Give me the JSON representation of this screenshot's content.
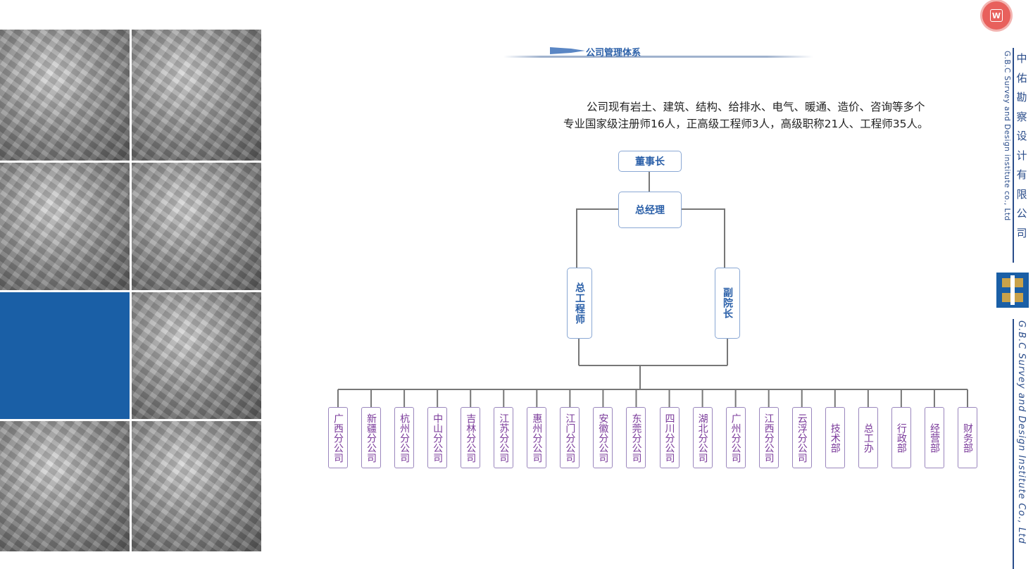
{
  "header": {
    "title": "公司管理体系"
  },
  "intro": {
    "line1": "公司现有岩土、建筑、结构、给排水、电气、暖通、造价、咨询等多个",
    "line2": "专业国家级注册师16人，正高级工程师3人，高级职称21人、工程师35人。"
  },
  "org_chart": {
    "chairman": "董事长",
    "general_manager": "总经理",
    "chief_engineer": "总工程师",
    "vice_president": "副院长",
    "branches": [
      "广西分公司",
      "新疆分公司",
      "杭州分公司",
      "中山分公司",
      "吉林分公司",
      "江苏分公司",
      "惠州分公司",
      "江门分公司",
      "安徽分公司",
      "东莞分公司",
      "四川分公司",
      "湖北分公司",
      "广州分公司",
      "江西分公司",
      "云浮分公司",
      "技术部",
      "总工办",
      "行政部",
      "经营部",
      "财务部"
    ]
  },
  "brand": {
    "badge_icon": "document-w-icon",
    "badge_label": "W",
    "company_cn": "中佑勘察设计有限公司",
    "company_en": "G.B.C Survey and Design institute co., Ltd",
    "company_en_script": "G.B.C Survey and Design Institute Co., Ltd",
    "logo_icon": "gbc-logo-icon"
  },
  "colors": {
    "accent_blue": "#2a5fa8",
    "panel_blue": "#1a5fa6",
    "branch_purple": "#7a3a9a",
    "badge_red": "#e8605c"
  }
}
